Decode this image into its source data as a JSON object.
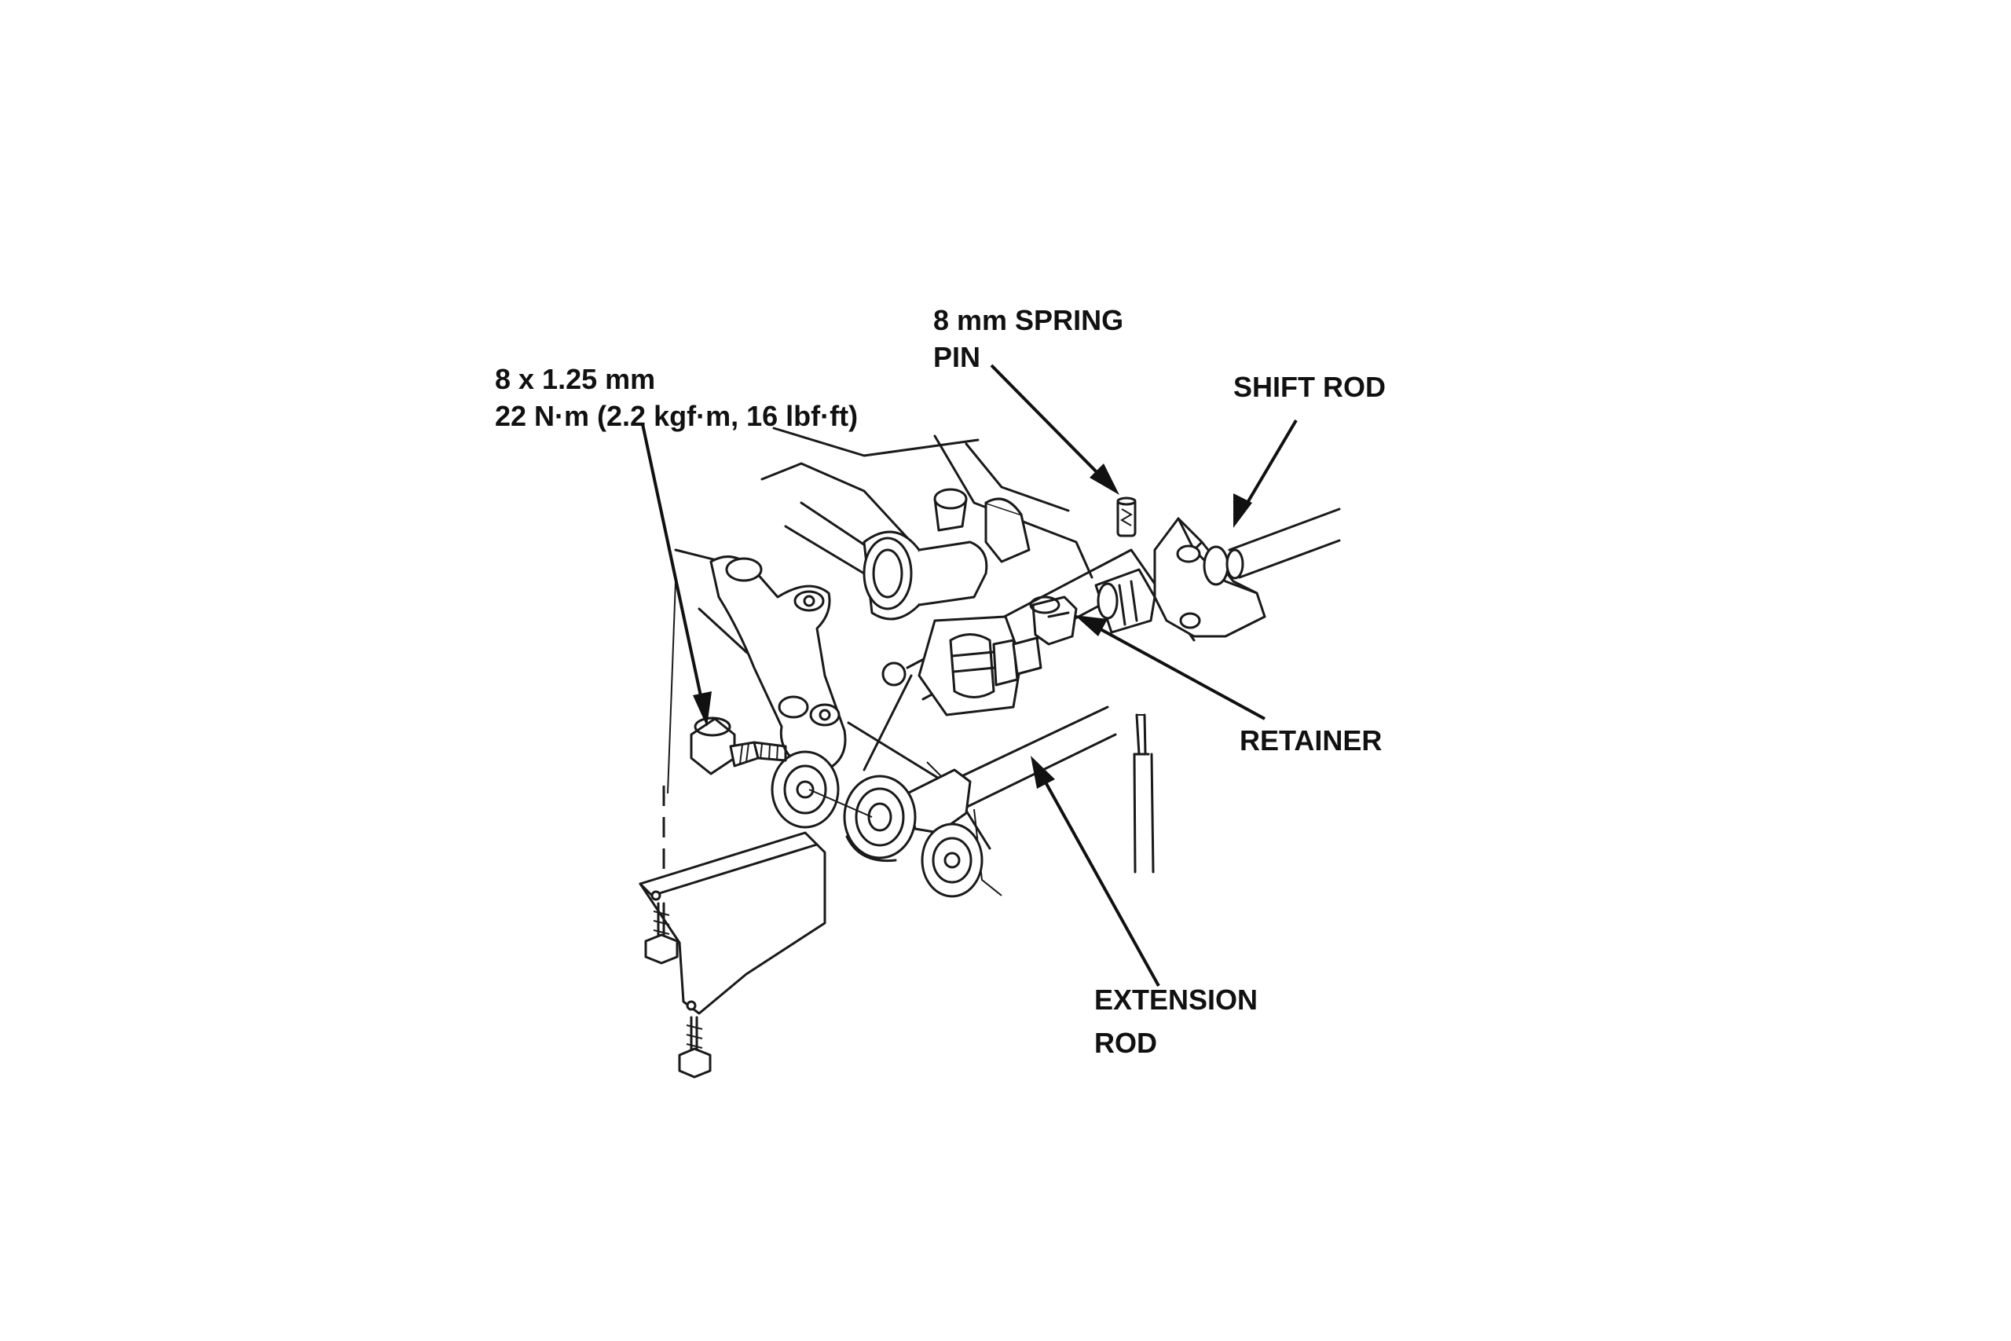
{
  "labels": {
    "bolt_size": "8 x 1.25 mm",
    "bolt_torque": "22 N·m (2.2 kgf·m, 16 lbf·ft)",
    "spring_pin_line1": "8 mm SPRING",
    "spring_pin_line2": "PIN",
    "shift_rod": "SHIFT ROD",
    "retainer": "RETAINER",
    "extension_rod_line1": "EXTENSION",
    "extension_rod_line2": "ROD"
  }
}
